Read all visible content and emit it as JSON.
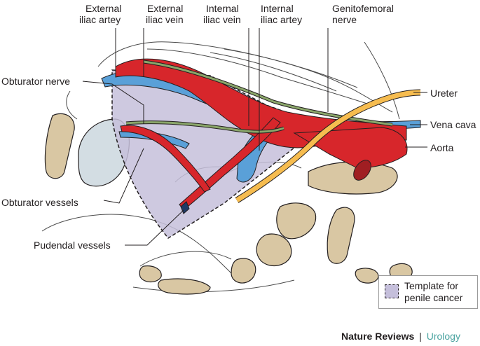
{
  "labels": {
    "external_iliac_artery_1": "External",
    "external_iliac_artery_2": "iliac artey",
    "external_iliac_vein_1": "External",
    "external_iliac_vein_2": "iliac vein",
    "internal_iliac_vein_1": "Internal",
    "internal_iliac_vein_2": "iliac vein",
    "internal_iliac_artery_1": "Internal",
    "internal_iliac_artery_2": "iliac artey",
    "genitofemoral_1": "Genitofemoral",
    "genitofemoral_2": "nerve",
    "obturator_nerve": "Obturator nerve",
    "obturator_vessels": "Obturator vessels",
    "pudendal_vessels": "Pudendal vessels",
    "ureter": "Ureter",
    "vena_cava": "Vena cava",
    "aorta": "Aorta"
  },
  "legend": {
    "line1": "Template for",
    "line2": "penile cancer"
  },
  "brand": {
    "journal": "Nature Reviews",
    "separator": "|",
    "section": "Urology"
  },
  "colors": {
    "artery": "#d7262b",
    "vein": "#5aa0d8",
    "nerve": "#8aa66a",
    "ureter": "#f6bc4f",
    "template": "#c5bfdb",
    "bone": "#d9c7a3",
    "brand_section": "#4aa3a0"
  }
}
